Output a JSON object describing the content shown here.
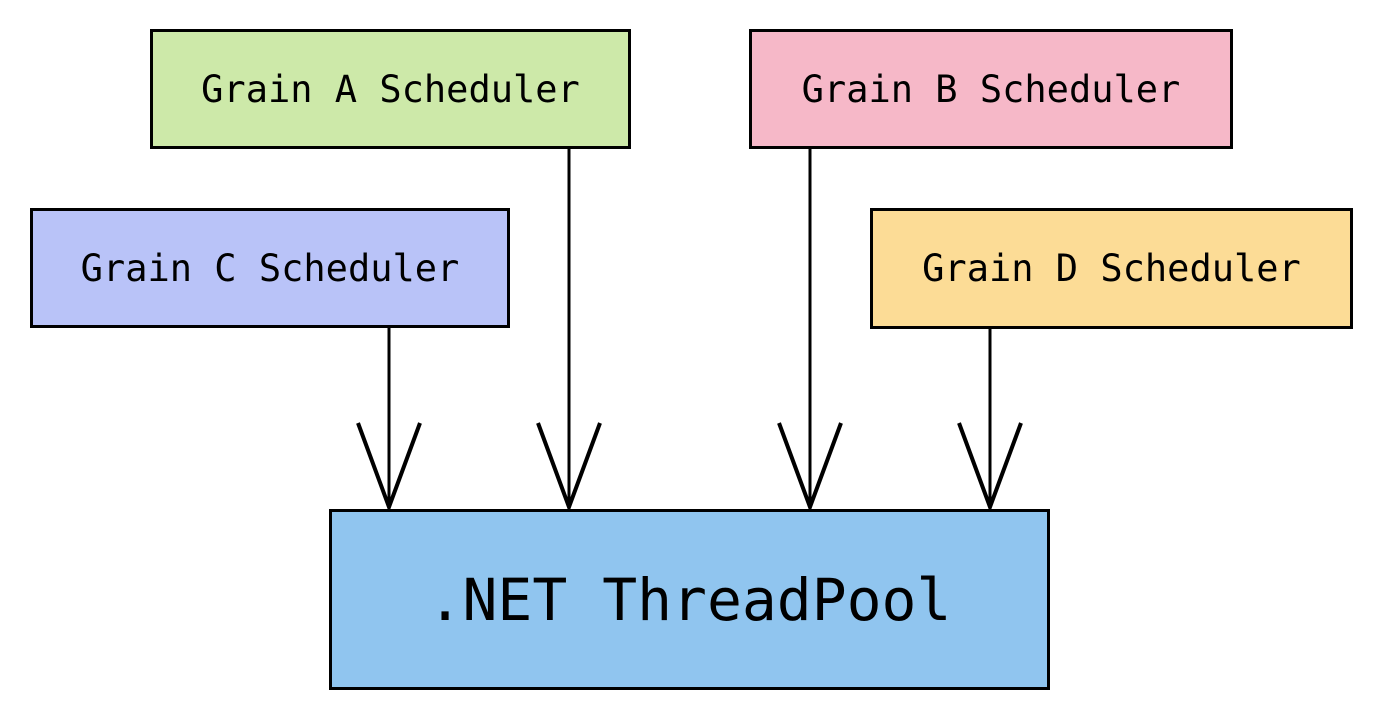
{
  "diagram": {
    "background": "#ffffff",
    "stroke_color": "#000000",
    "text_color": "#000000",
    "nodes": {
      "grain_a": {
        "label": "Grain A Scheduler",
        "fill": "#cde9a9"
      },
      "grain_b": {
        "label": "Grain B Scheduler",
        "fill": "#f6b8c8"
      },
      "grain_c": {
        "label": "Grain C Scheduler",
        "fill": "#b9c3f8"
      },
      "grain_d": {
        "label": "Grain D Scheduler",
        "fill": "#fcdc96"
      },
      "threadpool": {
        "label": ".NET ThreadPool",
        "fill": "#90c5ef"
      }
    },
    "edges": [
      {
        "from": "grain_c",
        "to": "threadpool"
      },
      {
        "from": "grain_a",
        "to": "threadpool"
      },
      {
        "from": "grain_b",
        "to": "threadpool"
      },
      {
        "from": "grain_d",
        "to": "threadpool"
      }
    ]
  }
}
